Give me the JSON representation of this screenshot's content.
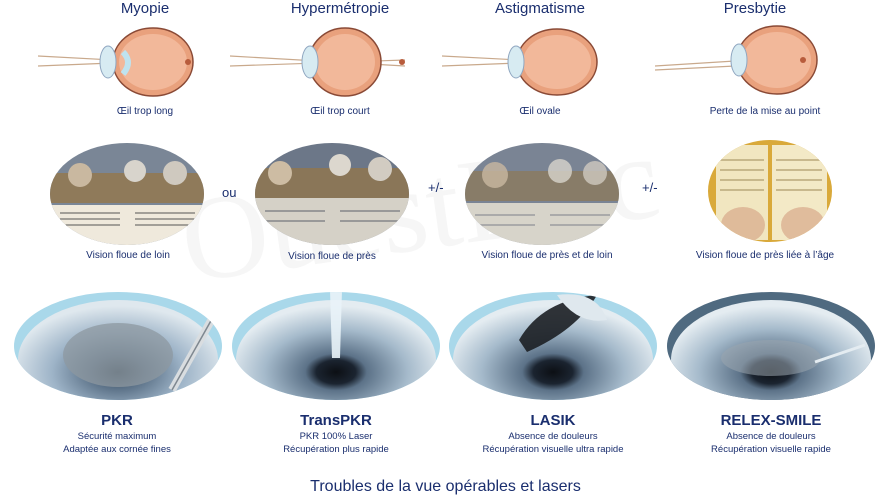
{
  "conditions": [
    {
      "title": "Myopie",
      "eye_caption": "Œil trop long",
      "vision_caption": "Vision floue de loin"
    },
    {
      "title": "Hypermétropie",
      "eye_caption": "Œil trop court",
      "vision_caption": "Vision floue de près"
    },
    {
      "title": "Astigmatisme",
      "eye_caption": "Œil ovale",
      "vision_caption": "Vision floue de près et de loin"
    },
    {
      "title": "Presbytie",
      "eye_caption": "Perte de la mise au point",
      "vision_caption": "Vision floue de près liée à l’âge"
    }
  ],
  "connectors": [
    "ou",
    "+/-",
    "+/-"
  ],
  "procedures": [
    {
      "title": "PKR",
      "line1": "Sécurité maximum",
      "line2": "Adaptée aux cornée fines"
    },
    {
      "title": "TransPKR",
      "line1": "PKR 100% Laser",
      "line2": "Récupération plus rapide"
    },
    {
      "title": "LASIK",
      "line1": "Absence de douleurs",
      "line2": "Récupération visuelle ultra rapide"
    },
    {
      "title": "RELEX-SMILE",
      "line1": "Absence de douleurs",
      "line2": "Récupération visuelle rapide"
    }
  ],
  "footer": "Troubles de la vue opérables et lasers",
  "watermark": "OuestDoc",
  "colors": {
    "text": "#1a2e6e",
    "iris": "#8fa6c0",
    "cornea": "#bfe3ef",
    "eye_tissue": "#e8a07a"
  }
}
